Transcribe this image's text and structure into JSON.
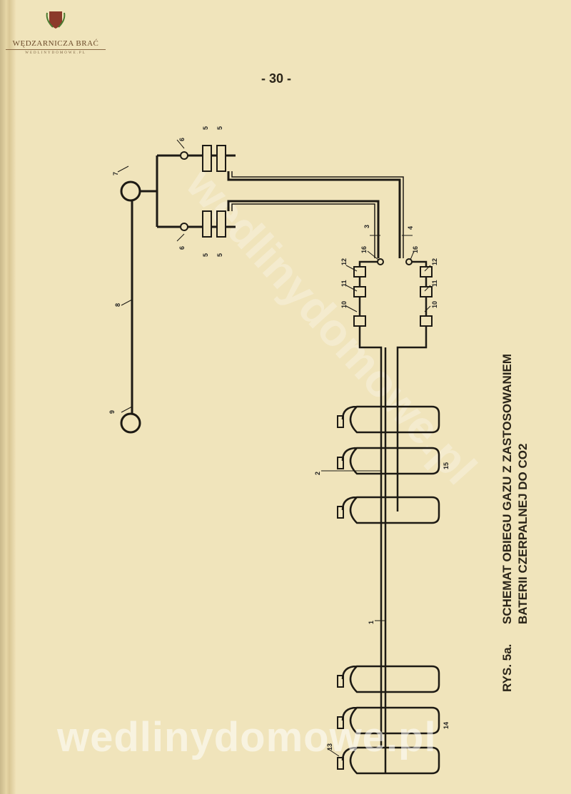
{
  "logo": {
    "brand": "WĘDZARNICZA BRAĆ",
    "site": "WEDLINYDOMOWE.PL"
  },
  "page_number": "- 30 -",
  "caption": {
    "figure": "RYS. 5a.",
    "line1": "SCHEMAT OBIEGU GAZU  Z ZASTOSOWANIEM",
    "line2": "BATERII CZERPALNEJ DO CO2"
  },
  "labels": {
    "l1": "1",
    "l2": "2",
    "l3": "3",
    "l4": "4",
    "l5a": "5",
    "l5b": "5",
    "l5c": "5",
    "l5d": "5",
    "l6a": "6",
    "l6b": "6",
    "l7": "7",
    "l8": "8",
    "l9": "9",
    "l10a": "10",
    "l10b": "10",
    "l11a": "11",
    "l11b": "11",
    "l12a": "12",
    "l12b": "12",
    "l13": "13",
    "l14": "14",
    "l15": "15",
    "l16a": "16",
    "l16b": "16"
  },
  "watermark": "wedlinydomowe.pl"
}
